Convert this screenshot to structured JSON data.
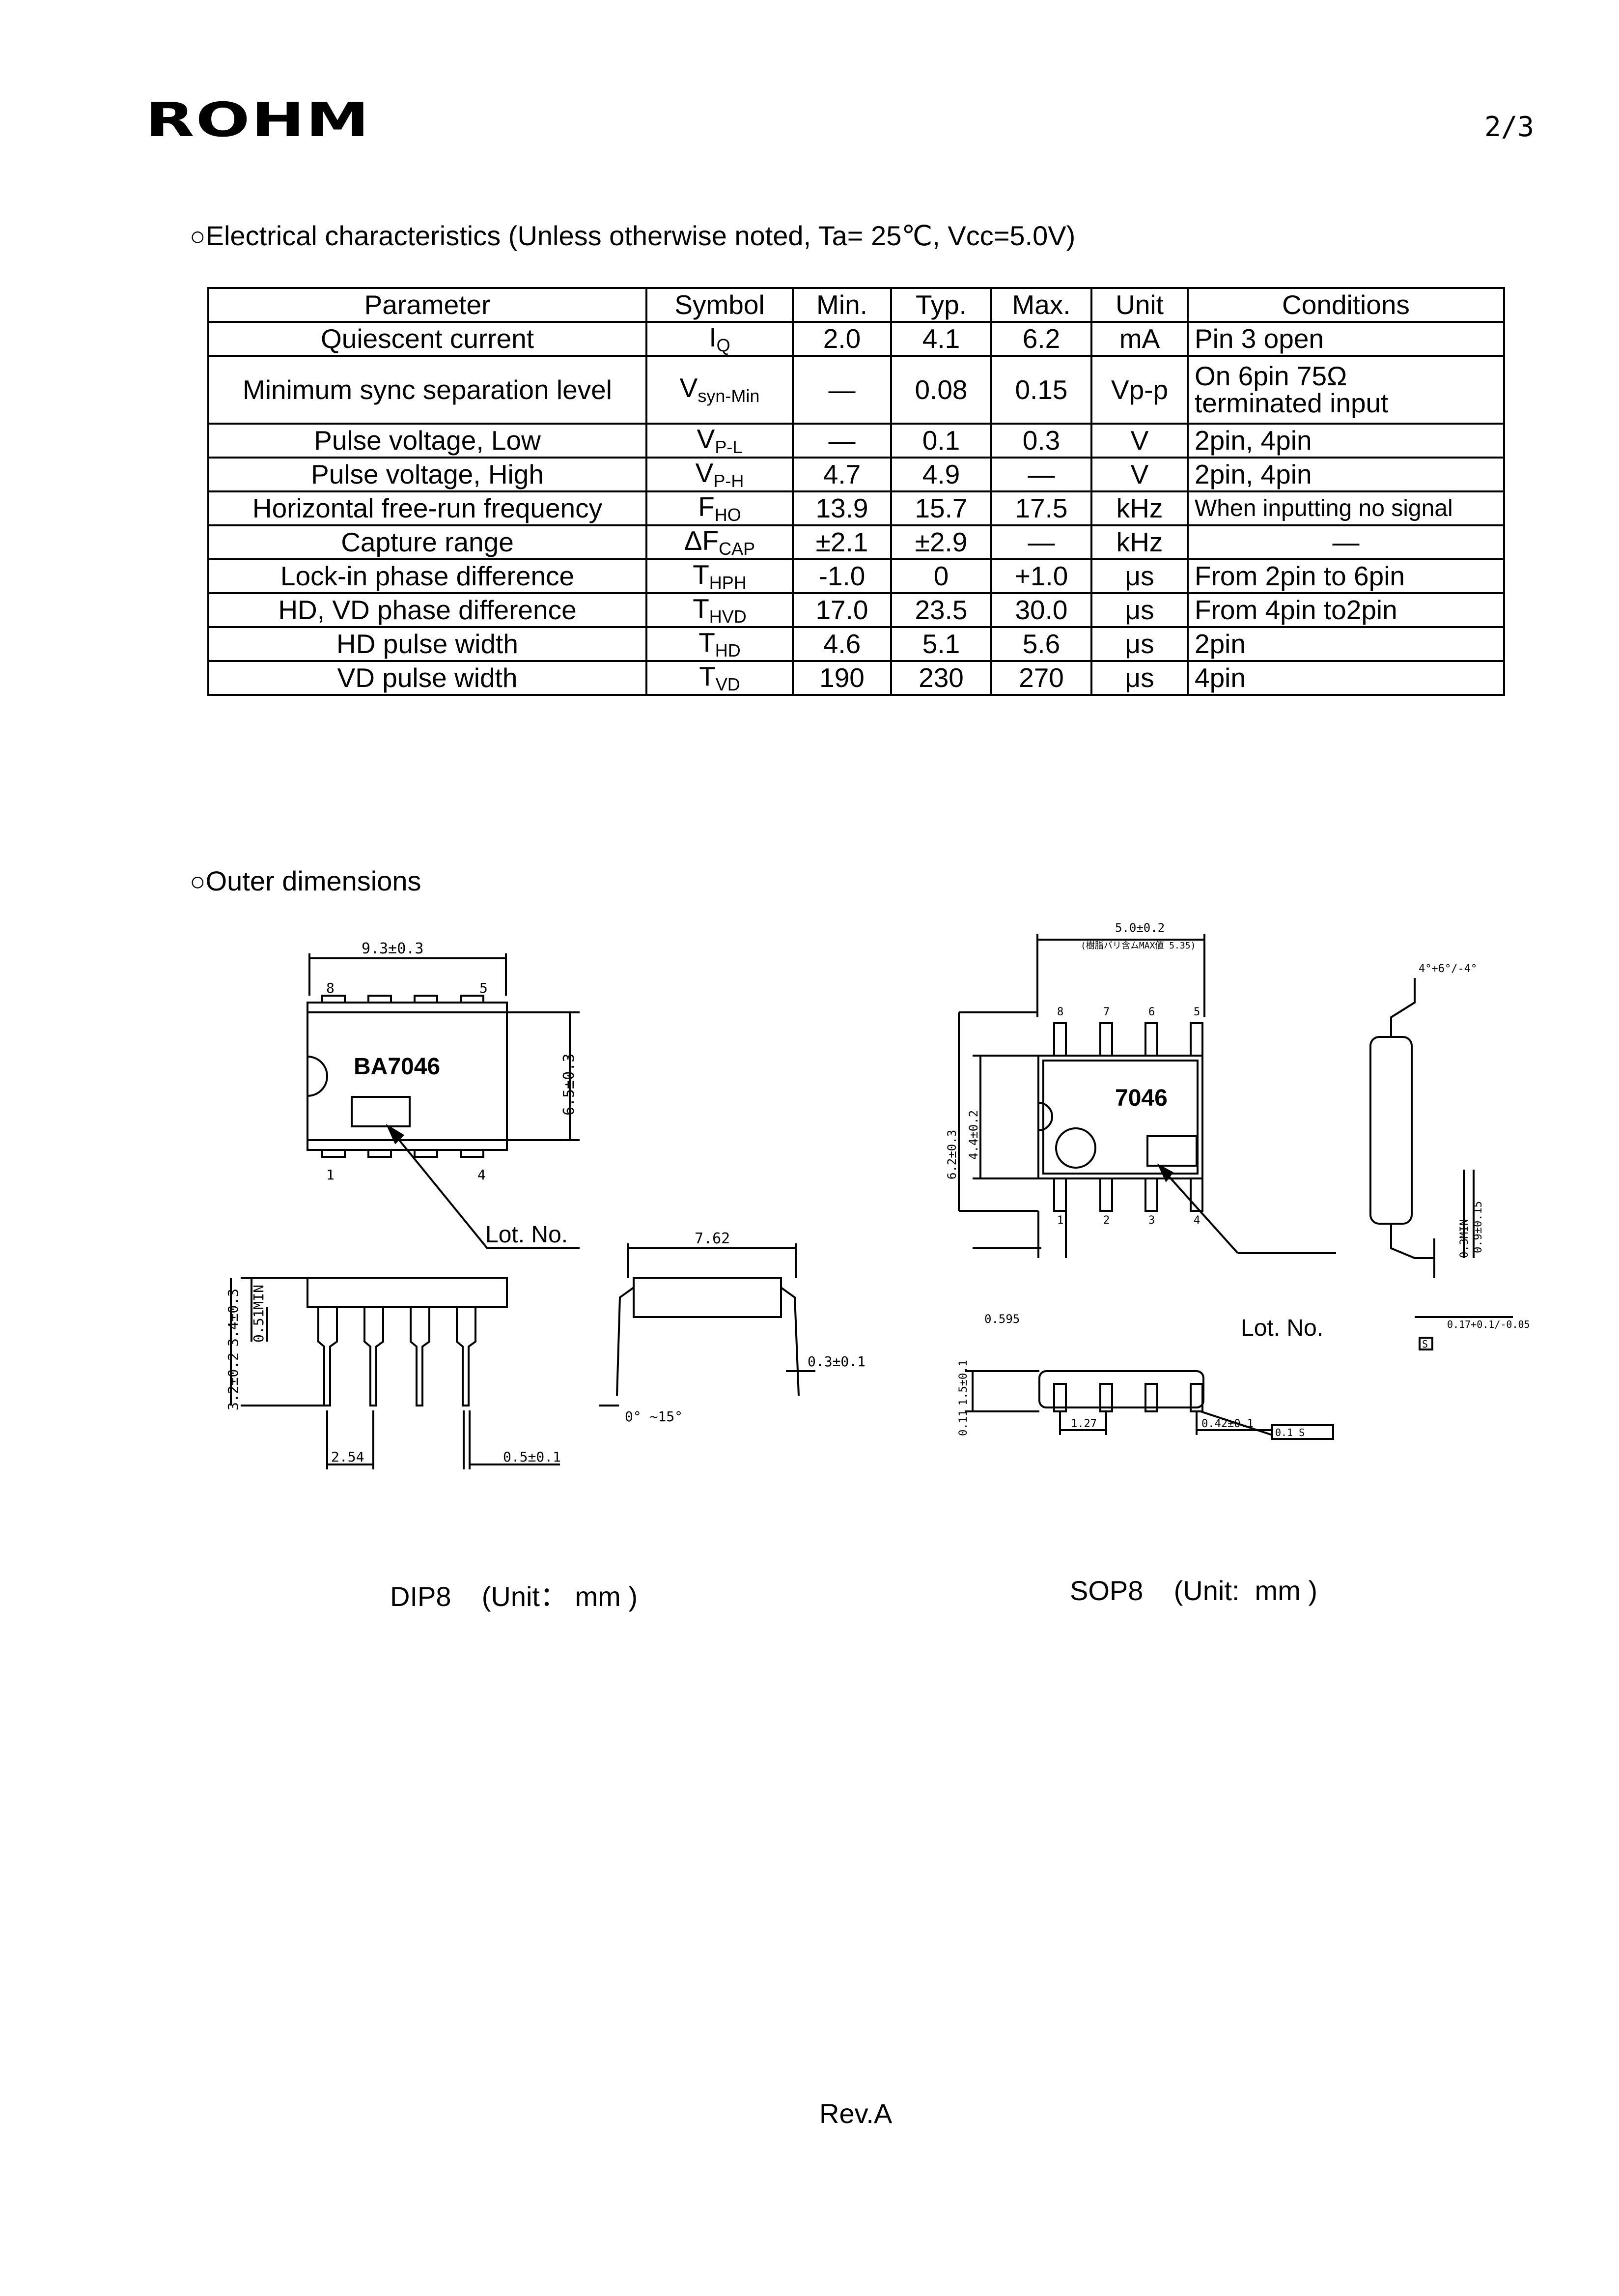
{
  "header": {
    "logo": "ROHM",
    "page": "2/3"
  },
  "electrical": {
    "title": "Electrical characteristics (Unless otherwise noted, Ta= 25℃, Vcc=5.0V)",
    "headers": [
      "Parameter",
      "Symbol",
      "Min.",
      "Typ.",
      "Max.",
      "Unit",
      "Conditions"
    ],
    "rows": [
      {
        "param": "Quiescent current",
        "sym": "I",
        "sub": "Q",
        "min": "2.0",
        "typ": "4.1",
        "max": "6.2",
        "unit": "mA",
        "cond": "Pin 3 open",
        "cond2": ""
      },
      {
        "param": "Minimum sync separation level",
        "sym": "V",
        "sub": "syn-Min",
        "min": "—",
        "typ": "0.08",
        "max": "0.15",
        "unit": "Vp-p",
        "cond": "On 6pin 75Ω",
        "cond2": "terminated input"
      },
      {
        "param": "Pulse voltage, Low",
        "sym": "V",
        "sub": "P-L",
        "min": "—",
        "typ": "0.1",
        "max": "0.3",
        "unit": "V",
        "cond": "2pin, 4pin",
        "cond2": ""
      },
      {
        "param": "Pulse voltage, High",
        "sym": "V",
        "sub": "P-H",
        "min": "4.7",
        "typ": "4.9",
        "max": "—",
        "unit": "V",
        "cond": "2pin, 4pin",
        "cond2": ""
      },
      {
        "param": "Horizontal free-run frequency",
        "sym": "F",
        "sub": "HO",
        "min": "13.9",
        "typ": "15.7",
        "max": "17.5",
        "unit": "kHz",
        "cond": "When inputting no signal",
        "cond2": ""
      },
      {
        "param": "Capture range",
        "sym": "ΔF",
        "sub": "CAP",
        "min": "±2.1",
        "typ": "±2.9",
        "max": "—",
        "unit": "kHz",
        "cond": "—",
        "cond2": ""
      },
      {
        "param": "Lock-in phase difference",
        "sym": "T",
        "sub": "HPH",
        "min": "-1.0",
        "typ": "0",
        "max": "+1.0",
        "unit": "μs",
        "cond": "From 2pin to 6pin",
        "cond2": ""
      },
      {
        "param": "HD, VD phase difference",
        "sym": "T",
        "sub": "HVD",
        "min": "17.0",
        "typ": "23.5",
        "max": "30.0",
        "unit": "μs",
        "cond": "From 4pin to2pin",
        "cond2": ""
      },
      {
        "param": "HD pulse width",
        "sym": "T",
        "sub": "HD",
        "min": "4.6",
        "typ": "5.1",
        "max": "5.6",
        "unit": "μs",
        "cond": "2pin",
        "cond2": ""
      },
      {
        "param": "VD pulse width",
        "sym": "T",
        "sub": "VD",
        "min": "190",
        "typ": "230",
        "max": "270",
        "unit": "μs",
        "cond": "4pin",
        "cond2": ""
      }
    ]
  },
  "outer": {
    "title": "Outer dimensions",
    "dip": {
      "caption": "DIP8    (Unit： mm )",
      "width": "9.3±0.3",
      "height": "6.5±0.3",
      "marking": "BA7046",
      "pin8": "8",
      "pin5": "5",
      "pin1": "1",
      "pin4": "4",
      "lot": "Lot. No.",
      "row_pitch": "7.62",
      "lead_thick": "0.3±0.1",
      "angle": "0° ~15°",
      "pitch": "2.54",
      "lead_width": "0.5±0.1",
      "h1": "3.2±0.2",
      "h2": "3.4±0.3",
      "h3": "0.51MIN"
    },
    "sop": {
      "caption": "SOP8    (Unit:  mm )",
      "width": "5.0±0.2",
      "width_note": "(樹脂バリ含ムMAX値 5.35)",
      "marking": "7046",
      "pin8": "8",
      "pin7": "7",
      "pin6": "6",
      "pin5": "5",
      "pin1": "1",
      "pin2": "2",
      "pin3": "3",
      "pin4": "4",
      "lot": "Lot. No.",
      "h_total": "6.2±0.3",
      "h_body": "4.4±0.2",
      "end": "0.595",
      "height": "1.5±0.1",
      "standoff": "0.11",
      "pitch": "1.27",
      "lead": "0.42±0.1",
      "tol": "0.1 S",
      "angle": "4°+6°/-4°",
      "min": "0.3MIN",
      "foot": "0.9±0.15",
      "thick": "0.17+0.1/-0.05",
      "s": "S"
    }
  },
  "footer": {
    "rev": "Rev.A"
  }
}
